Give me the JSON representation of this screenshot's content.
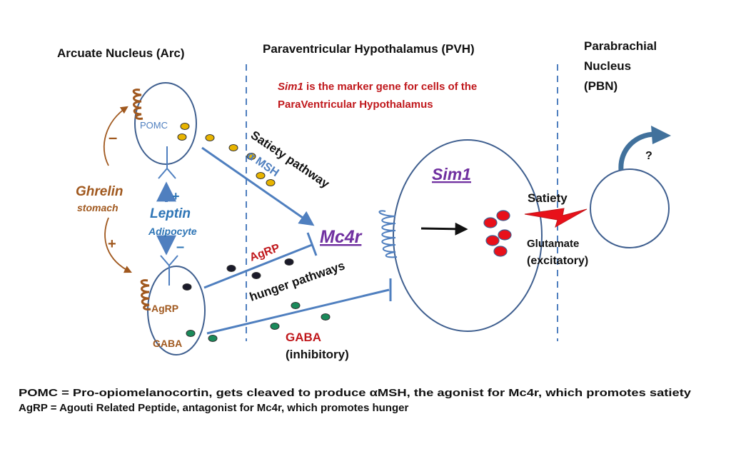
{
  "regions": {
    "arc": "Arcuate Nucleus (Arc)",
    "pvh": "Paraventricular  Hypothalamus (PVH)",
    "pbn_line1": "Parabrachial",
    "pbn_line2": "Nucleus",
    "pbn_line3": "(PBN)"
  },
  "sim1_note": {
    "line1_gene": "Sim1",
    "line1_rest": " is the marker gene for cells of the",
    "line2": "ParaVentricular   Hypothalamus"
  },
  "cells": {
    "pomc": "POMC",
    "agrp": "AgRP",
    "gaba": "GABA",
    "sim1": "Sim1",
    "mc4r": "Mc4r"
  },
  "signals": {
    "ghrelin": "Ghrelin",
    "stomach": "stomach",
    "ghrelin_minus": "–",
    "ghrelin_plus": "+",
    "leptin": "Leptin",
    "adipocyte": "Adipocyte",
    "leptin_plus": "+",
    "leptin_minus": "–"
  },
  "pathways": {
    "satiety_pathway": "Satiety pathway",
    "alpha_msh": "α MSH",
    "agrp_label": "AgRP",
    "hunger_pathways": "hunger pathways",
    "gaba_label": "GABA",
    "inhibitory": "(inhibitory)"
  },
  "output": {
    "satiety": "Satiety",
    "glutamate": "Glutamate",
    "excitatory": "(excitatory)",
    "question": "?"
  },
  "footnotes": {
    "line1": "POMC = Pro-opiomelanocortin, gets cleaved to produce αMSH, the agonist for Mc4r, which promotes satiety",
    "line2": "AgRP = Agouti Related Peptide, antagonist for Mc4r, which promotes hunger"
  },
  "colors": {
    "outline": "#3f5f8f",
    "pathway_blue": "#4f7fbf",
    "brown": "#a0581e",
    "dark_red": "#c0181c",
    "purple": "#7030a0",
    "leptin_blue": "#2e75b6",
    "yellow_dot": "#e8b400",
    "black_dot": "#1a1a2a",
    "green_dot": "#1a8a5a",
    "red_vesicle": "#e8101a"
  }
}
